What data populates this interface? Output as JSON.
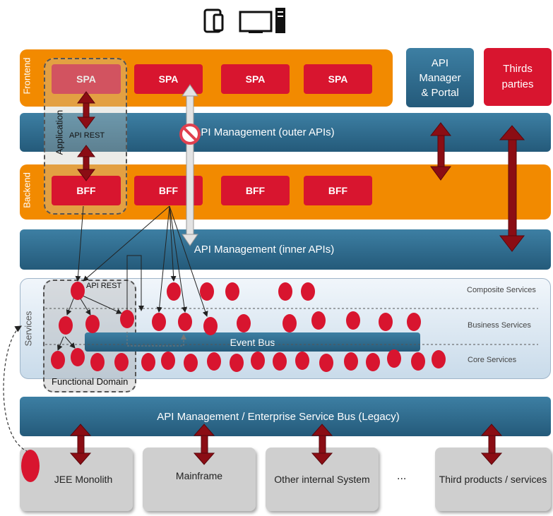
{
  "devices": {
    "mobile_icon": "mobile-tablet-icon",
    "desktop_icon": "desktop-computer-icon"
  },
  "frontend": {
    "label": "Frontend",
    "spa": [
      "SPA",
      "SPA",
      "SPA",
      "SPA"
    ]
  },
  "api_manager": {
    "line1": "API",
    "line2": "Manager",
    "line3": "& Portal"
  },
  "thirds": {
    "line1": "Thirds",
    "line2": "parties"
  },
  "outer_api": "API Management (outer APIs)",
  "application_label": "Application",
  "api_rest_app": "API REST",
  "backend": {
    "label": "Backend",
    "bff": [
      "BFF",
      "BFF",
      "BFF",
      "BFF"
    ]
  },
  "inner_api": "API Management (inner APIs)",
  "services": {
    "label": "Services",
    "api_rest": "API REST",
    "composite": "Composite Services",
    "business": "Business Services",
    "core": "Core Services",
    "event_bus": "Event Bus",
    "functional_domain": "Functional Domain"
  },
  "esb": "API Management / Enterprise Service Bus (Legacy)",
  "systems": [
    "JEE Monolith",
    "Mainframe",
    "Other internal System",
    "...",
    "Third products / services"
  ],
  "colors": {
    "orange": "#f28a00",
    "red": "#d8152f",
    "blue": "#2f6b8e",
    "dark_red": "#8b0d14"
  }
}
